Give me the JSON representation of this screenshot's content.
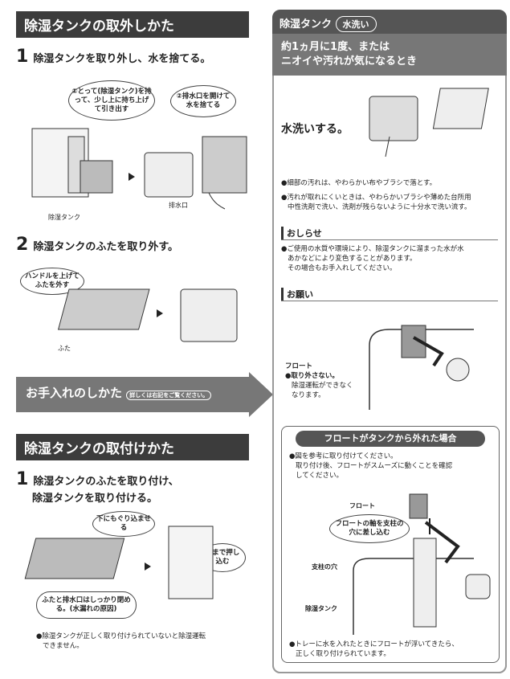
{
  "left": {
    "remove_title": "除湿タンクの取外しかた",
    "step1": {
      "num": "1",
      "text": "除湿タンクを取り外し、水を捨てる。"
    },
    "callout1": "①とって(除湿タンク)を持って、少し上に持ち上げて引き出す",
    "callout2": "②排水口を開けて水を捨てる",
    "label_tank": "除湿タンク",
    "label_drain": "排水口",
    "step2": {
      "num": "2",
      "text": "除湿タンクのふたを取り外す。"
    },
    "callout3": "ハンドルを上げてふたを外す",
    "label_lid": "ふた",
    "care_banner": "お手入れのしかた",
    "care_banner_sub": "詳しくは右記をご覧ください。",
    "attach_title": "除湿タンクの取付けかた",
    "step3": {
      "num": "1",
      "line1": "除湿タンクのふたを取り付け、",
      "line2": "除湿タンクを取り付ける。"
    },
    "callout4": "下にもぐり込ませる",
    "callout5": "奥まで押し込む",
    "callout6": "ふたと排水口はしっかり閉める。(水漏れの原因)",
    "bottom_note1": "●除湿タンクが正しく取り付けられていないと除湿運転",
    "bottom_note2": "できません。"
  },
  "right": {
    "header": "除湿タンク",
    "pill": "水洗い",
    "freq_line1": "約1ヵ月に1度、または",
    "freq_line2": "ニオイや汚れが気になるとき",
    "wash": "水洗いする。",
    "bullet1": "●細部の汚れは、やわらかい布やブラシで落とす。",
    "bullet2a": "●汚れが取れにくいときは、やわらかいブラシや薄めた台所用",
    "bullet2b": "中性洗剤で洗い、洗剤が残らないように十分水で洗い流す。",
    "notice_title": "おしらせ",
    "notice1": "●ご使用の水質や環境により、除湿タンクに溜まった水が水",
    "notice2": "あかなどにより変色することがあります。",
    "notice3": "その場合もお手入れしてください。",
    "request_title": "お願い",
    "float_label": "フロート",
    "float_note1": "●取り外さない。",
    "float_note2": "除湿運転ができなく",
    "float_note3": "なります。",
    "box_title": "フロートがタンクから外れた場合",
    "box1": "●図を参考に取り付けてください。",
    "box2": "取り付け後、フロートがスムーズに動くことを確認",
    "box3": "してください。",
    "box_float": "フロート",
    "box_callout": "フロートの軸を支柱の穴に差し込む",
    "box_pillar": "支柱の穴",
    "box_tank": "除湿タンク",
    "box_bottom1": "●トレーに水を入れたときにフロートが浮いてきたら、",
    "box_bottom2": "正しく取り付けられています。"
  },
  "colors": {
    "dark_header": "#3c3c3c",
    "panel_bg": "#e8e8e8",
    "right_header": "#555555"
  }
}
